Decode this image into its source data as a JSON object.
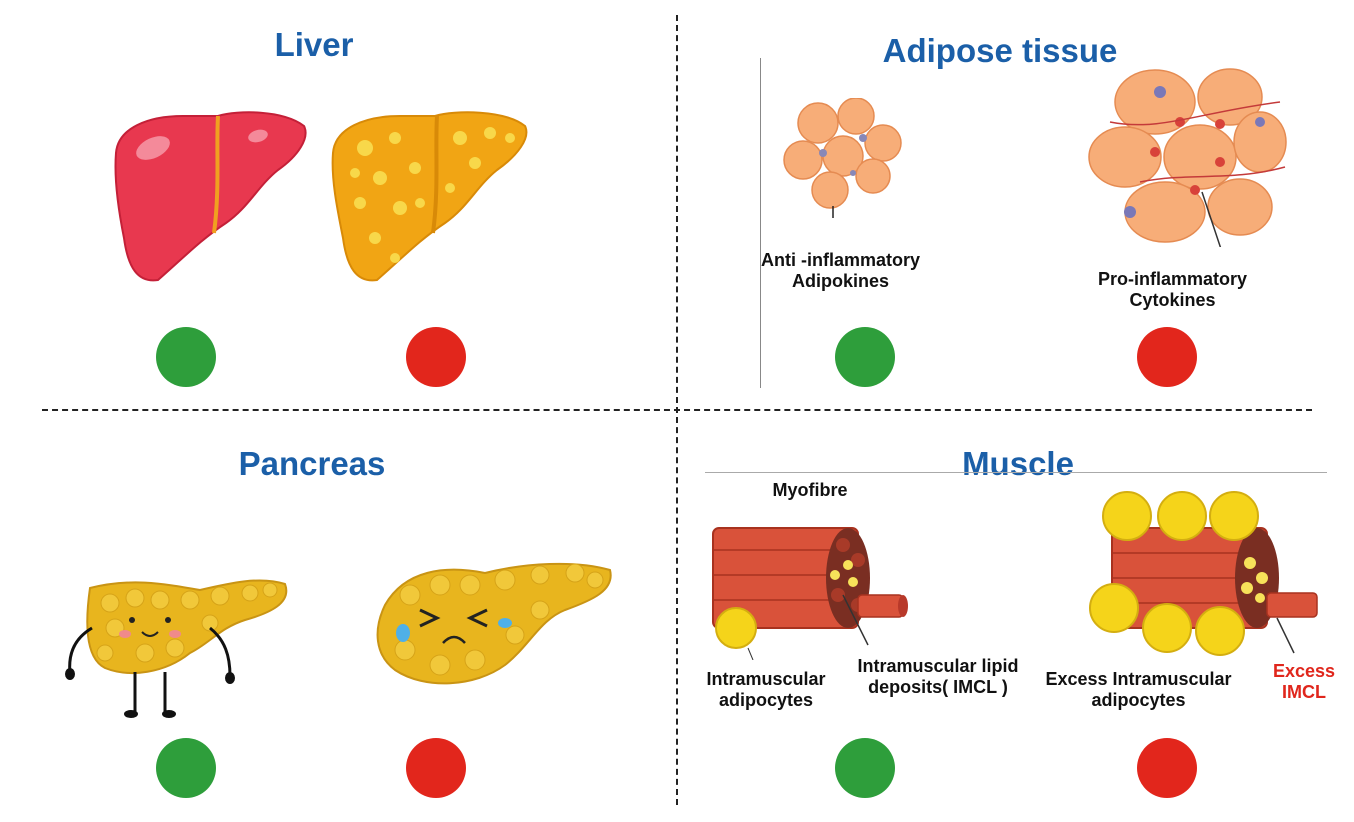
{
  "colors": {
    "title": "#1b5fa8",
    "good": "#2e9e3b",
    "bad": "#e2261c",
    "text": "#111111",
    "alert_text": "#e0261c"
  },
  "liver": {
    "title": "Liver",
    "healthy_icon": "healthy-liver-icon",
    "fatty_icon": "fatty-liver-icon"
  },
  "adipose": {
    "title": "Adipose tissue",
    "healthy_label": "Anti -inflammatory\nAdipokines",
    "inflamed_label": "Pro-inflammatory\nCytokines"
  },
  "pancreas": {
    "title": "Pancreas",
    "healthy_icon": "happy-pancreas-icon",
    "sick_icon": "sad-pancreas-icon"
  },
  "muscle": {
    "title": "Muscle",
    "myofibre_label": "Myofibre",
    "intramuscular_adipocytes_label": "Intramuscular\nadipocytes",
    "imcl_label": "Intramuscular lipid\ndeposits( IMCL )",
    "excess_adipocytes_label": "Excess Intramuscular\nadipocytes",
    "excess_imcl_label": "Excess\nIMCL"
  }
}
